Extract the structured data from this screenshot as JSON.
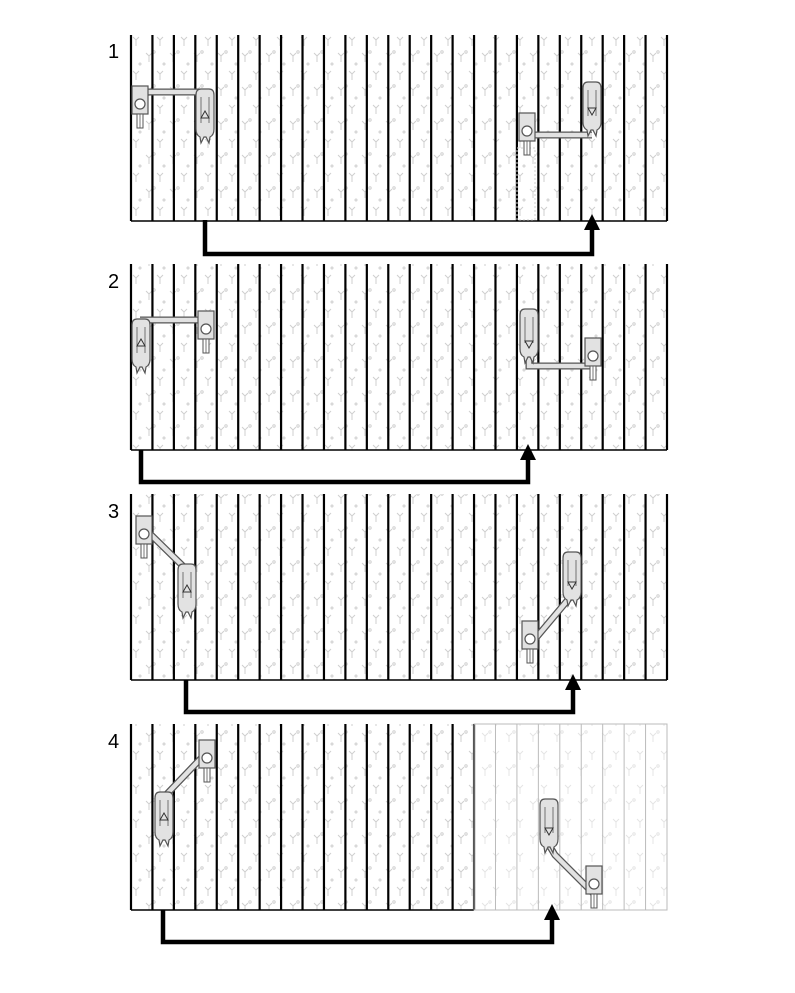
{
  "diagram": {
    "steps": [
      {
        "number": "1",
        "active_strips": 25,
        "faded_strips": 0
      },
      {
        "number": "2",
        "active_strips": 25,
        "faded_strips": 0
      },
      {
        "number": "3",
        "active_strips": 25,
        "faded_strips": 0
      },
      {
        "number": "4",
        "active_strips": 16,
        "faded_strips": 9
      }
    ],
    "colors": {
      "strip_line": "#000000",
      "faded_line": "#bbbbbb",
      "plant": "#d0d0d0",
      "machine_fill": "#e2e2e2",
      "machine_stroke": "#555555",
      "arrow": "#000000"
    },
    "icons": [
      "harvester-unit-icon",
      "row-guide-icon",
      "direction-arrow-icon",
      "plant-icon"
    ]
  }
}
